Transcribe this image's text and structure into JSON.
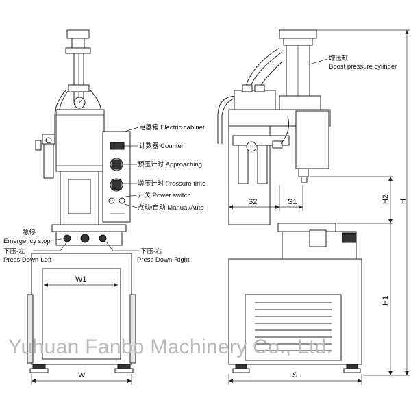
{
  "labels": {
    "boost_cylinder": "增压缸",
    "boost_cylinder_en": "Boost pressure cylinder",
    "electric_cabinet": "电器箱 Electric cabinet",
    "counter": "计数器 Counter",
    "approaching": "预压计时 Approaching",
    "pressure_time": "增压计时 Pressure time",
    "power_switch": "开关 Power switch",
    "manual_auto": "点动/自动 Manual/Auto",
    "emergency_cn": "急停",
    "emergency_en": "Emergency stop",
    "press_left_cn": "下压-左",
    "press_left_en": "Press Down-Left",
    "press_right_cn": "下压-右",
    "press_right_en": "Press Down-Right"
  },
  "dimensions": {
    "w1": "W1",
    "w": "W",
    "s": "S",
    "s1": "S1",
    "s2": "S2",
    "h": "H",
    "h1": "H1",
    "h2": "H2"
  },
  "watermark": "Yuhuan Fanbo Machinery Co., Ltd.",
  "colors": {
    "line": "#222222",
    "watermark": "#b9b9b9"
  }
}
